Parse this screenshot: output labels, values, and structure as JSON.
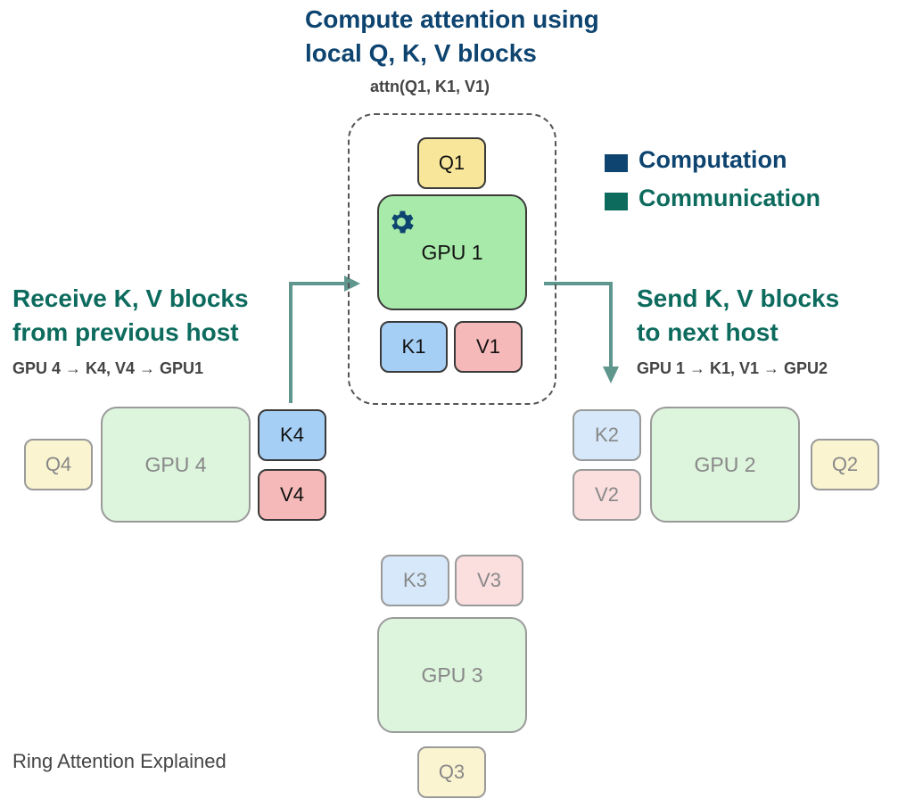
{
  "title": {
    "line1": "Compute attention using",
    "line2": "local Q, K, V blocks",
    "sub": "attn(Q1, K1, V1)"
  },
  "legend": {
    "computation": {
      "label": "Computation",
      "color": "#0e4470"
    },
    "communication": {
      "label": "Communication",
      "color": "#0d6b5e"
    }
  },
  "receive": {
    "line1": "Receive K, V blocks",
    "line2": "from previous host",
    "flow": "GPU 4 → K4, V4 → GPU1"
  },
  "send": {
    "line1": "Send K, V blocks",
    "line2": "to next host",
    "flow": "GPU 1 → K1, V1 → GPU2"
  },
  "gpu1": {
    "label": "GPU 1",
    "q": "Q1",
    "k": "K1",
    "v": "V1",
    "icon": "gear-icon"
  },
  "gpu2": {
    "label": "GPU 2",
    "q": "Q2",
    "k": "K2",
    "v": "V2"
  },
  "gpu3": {
    "label": "GPU 3",
    "q": "Q3",
    "k": "K3",
    "v": "V3"
  },
  "gpu4": {
    "label": "GPU 4",
    "q": "Q4",
    "k": "K4",
    "v": "V4"
  },
  "caption": "Ring Attention Explained",
  "colors": {
    "arrow": "#5f968d"
  }
}
